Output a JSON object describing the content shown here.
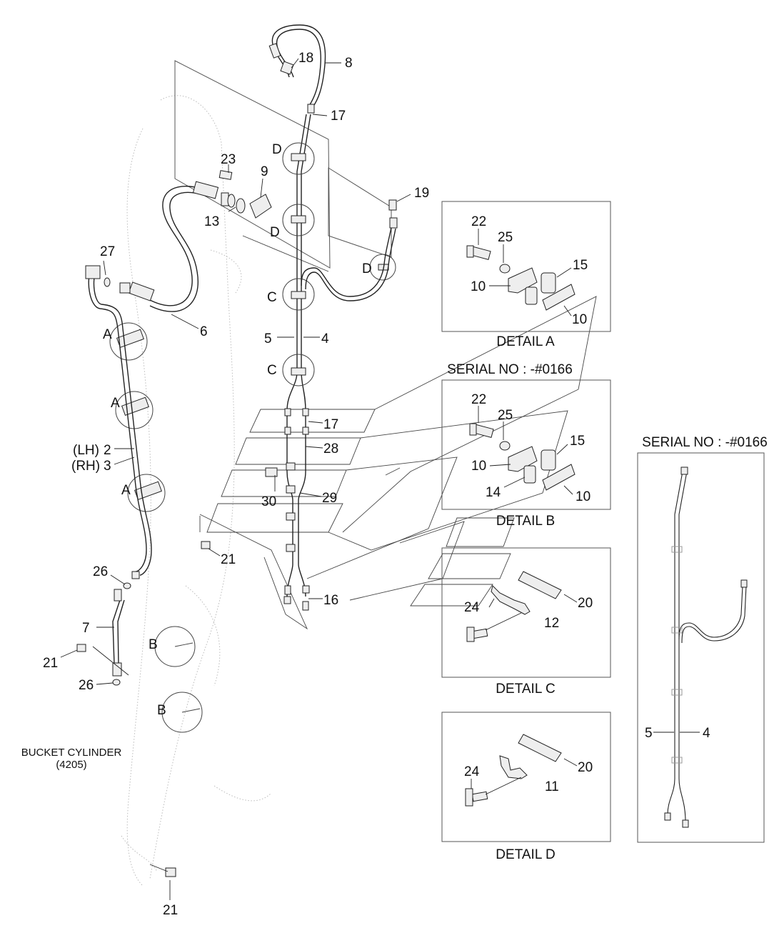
{
  "callouts": {
    "c8": "8",
    "c18": "18",
    "c17a": "17",
    "c23": "23",
    "c9": "9",
    "c13": "13",
    "c19": "19",
    "c27": "27",
    "c6": "6",
    "c5": "5",
    "c4": "4",
    "c17b": "17",
    "c28": "28",
    "c30": "30",
    "c29": "29",
    "c21a": "21",
    "c16": "16",
    "c2": "2",
    "c3": "3",
    "lh": "(LH)",
    "rh": "(RH)",
    "c26a": "26",
    "c7": "7",
    "c21b": "21",
    "c26b": "26",
    "c21c": "21"
  },
  "view_letters": {
    "d1": "D",
    "d2": "D",
    "d3": "D",
    "c1": "C",
    "c2": "C",
    "a1": "A",
    "a2": "A",
    "a3": "A",
    "b1": "B",
    "b2": "B"
  },
  "bucket_cylinder": {
    "line1": "BUCKET CYLINDER",
    "line2": "(4205)"
  },
  "detail_a": {
    "title": "DETAIL A",
    "labels": {
      "p22": "22",
      "p25": "25",
      "p15": "15",
      "p10a": "10",
      "p10b": "10"
    }
  },
  "detail_b": {
    "serial": "SERIAL NO : -#0166",
    "title": "DETAIL B",
    "labels": {
      "p22": "22",
      "p25": "25",
      "p15": "15",
      "p10a": "10",
      "p14": "14",
      "p10b": "10"
    }
  },
  "detail_c": {
    "title": "DETAIL C",
    "labels": {
      "p20": "20",
      "p24": "24",
      "p12": "12"
    }
  },
  "detail_d": {
    "title": "DETAIL D",
    "labels": {
      "p20": "20",
      "p24": "24",
      "p11": "11"
    }
  },
  "serial_view": {
    "serial": "SERIAL NO : -#0166",
    "labels": {
      "p5": "5",
      "p4": "4"
    }
  }
}
